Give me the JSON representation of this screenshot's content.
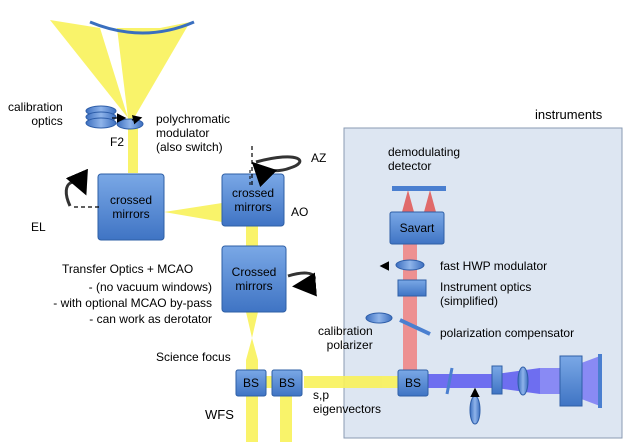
{
  "labels": {
    "instruments": "instruments",
    "calibration_optics": "calibration\noptics",
    "f2": "F2",
    "polychromatic_modulator": "polychromatic\nmodulator\n(also switch)",
    "az": "AZ",
    "el": "EL",
    "ao": "AO",
    "transfer_optics_title": "Transfer Optics + MCAO",
    "transfer_optics_notes": [
      "- (no vacuum windows)",
      "- with optional MCAO by-pass",
      "- can work as derotator"
    ],
    "science_focus": "Science focus",
    "wfs": "WFS",
    "sp_eigenvectors": "s,p\neigenvectors",
    "demodulating_detector": "demodulating\ndetector",
    "fast_hwp_modulator": "fast HWP modulator",
    "instrument_optics": "Instrument optics\n(simplified)",
    "calibration_polarizer": "calibration\npolarizer",
    "polarization_compensator": "polarization compensator"
  },
  "boxes": {
    "crossed_mirrors_left": "crossed\nmirrors",
    "crossed_mirrors_ao": "crossed\nmirrors",
    "crossed_mirrors_transfer": "Crossed\nmirrors",
    "savart": "Savart",
    "bs1": "BS",
    "bs2": "BS",
    "bs3": "BS"
  },
  "colors": {
    "beam_yellow": "#f9f25a",
    "beam_red": "#f08080",
    "beam_blue": "#6e6ef0",
    "box_blue": "#5b8fd6",
    "instrument_panel": "#dde6f2",
    "mirror_arc": "#3a6fbf"
  }
}
